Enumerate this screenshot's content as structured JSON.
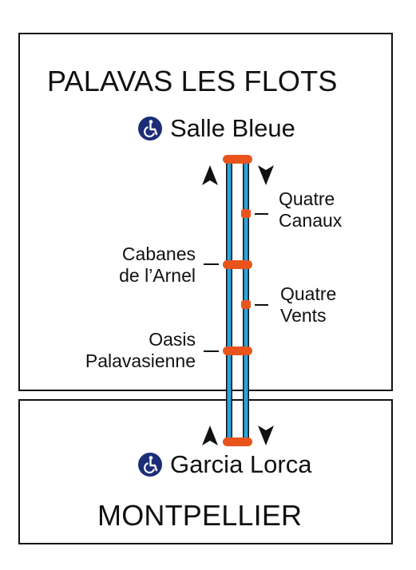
{
  "map": {
    "top_zone": {
      "city": "PALAVAS LES FLOTS",
      "terminus": {
        "name": "Salle Bleue",
        "icon": "wheelchair-accessible-icon"
      }
    },
    "bottom_zone": {
      "city": "MONTPELLIER",
      "terminus": {
        "name": "Garcia Lorca",
        "icon": "wheelchair-accessible-icon"
      }
    },
    "stops": [
      {
        "id": "quatre-canaux",
        "line1": "Quatre",
        "line2": "Canaux",
        "direction": "southbound only"
      },
      {
        "id": "cabanes",
        "line1": "Cabanes",
        "line2": "de l’Arnel",
        "direction": "both"
      },
      {
        "id": "quatre-vents",
        "line1": "Quatre",
        "line2": "Vents",
        "direction": "southbound only"
      },
      {
        "id": "oasis",
        "line1": "Oasis",
        "line2": "Palavasienne",
        "direction": "both"
      }
    ],
    "colors": {
      "line": "#2aa3dc",
      "stop": "#e8541c",
      "text": "#111111",
      "accessibility_icon": "#1c2d78"
    },
    "icons": [
      "up-arrow-icon",
      "down-arrow-icon",
      "wheelchair-accessible-icon"
    ]
  }
}
